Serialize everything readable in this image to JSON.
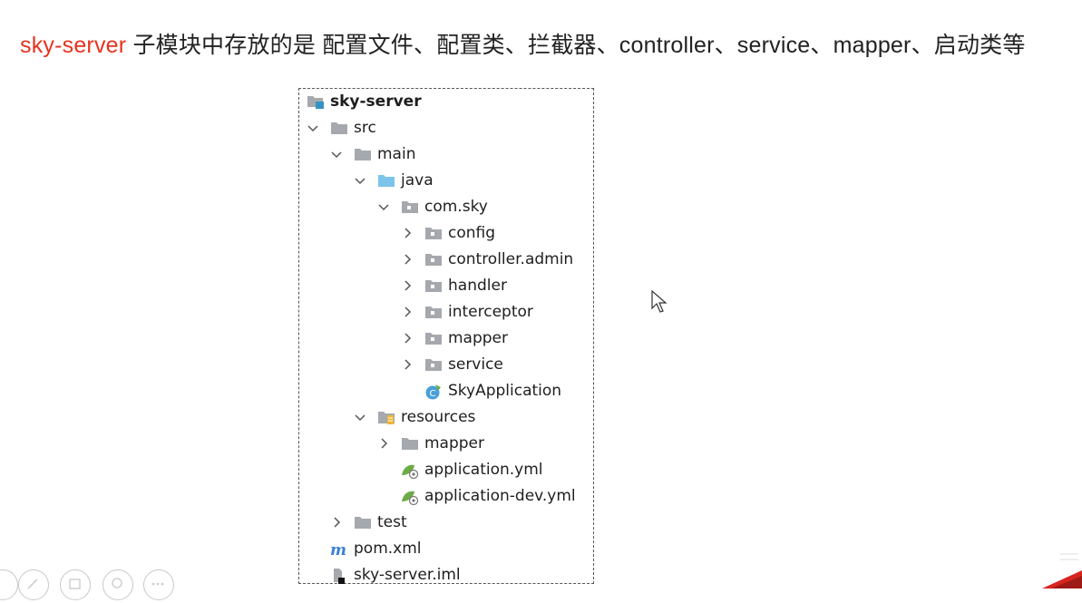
{
  "headline": {
    "highlight": "sky-server",
    "text": " 子模块中存放的是 配置文件、配置类、拦截器、controller、service、mapper、启动类等"
  },
  "colors": {
    "highlight": "#e8321f",
    "folder_gray": "#a5a9ae",
    "folder_blue": "#7cc4ea",
    "module_blue": "#3592c4",
    "spring_green": "#6cab45"
  },
  "tree": {
    "items": [
      {
        "label": "sky-server",
        "icon": "module-folder-icon",
        "expanded": true
      },
      {
        "label": "src",
        "icon": "folder-icon",
        "expanded": true
      },
      {
        "label": "main",
        "icon": "folder-icon",
        "expanded": true
      },
      {
        "label": "java",
        "icon": "source-folder-icon",
        "expanded": true
      },
      {
        "label": "com.sky",
        "icon": "package-icon",
        "expanded": true
      },
      {
        "label": "config",
        "icon": "package-icon",
        "expanded": false
      },
      {
        "label": "controller.admin",
        "icon": "package-icon",
        "expanded": false
      },
      {
        "label": "handler",
        "icon": "package-icon",
        "expanded": false
      },
      {
        "label": "interceptor",
        "icon": "package-icon",
        "expanded": false
      },
      {
        "label": "mapper",
        "icon": "package-icon",
        "expanded": false
      },
      {
        "label": "service",
        "icon": "package-icon",
        "expanded": false
      },
      {
        "label": "SkyApplication",
        "icon": "spring-boot-class-icon"
      },
      {
        "label": "resources",
        "icon": "resources-folder-icon",
        "expanded": true
      },
      {
        "label": "mapper",
        "icon": "folder-icon",
        "expanded": false
      },
      {
        "label": "application.yml",
        "icon": "spring-yml-icon"
      },
      {
        "label": "application-dev.yml",
        "icon": "spring-yml-icon"
      },
      {
        "label": "test",
        "icon": "folder-icon",
        "expanded": false
      },
      {
        "label": "pom.xml",
        "icon": "maven-icon"
      },
      {
        "label": "sky-server.iml",
        "icon": "iml-file-icon"
      }
    ]
  }
}
